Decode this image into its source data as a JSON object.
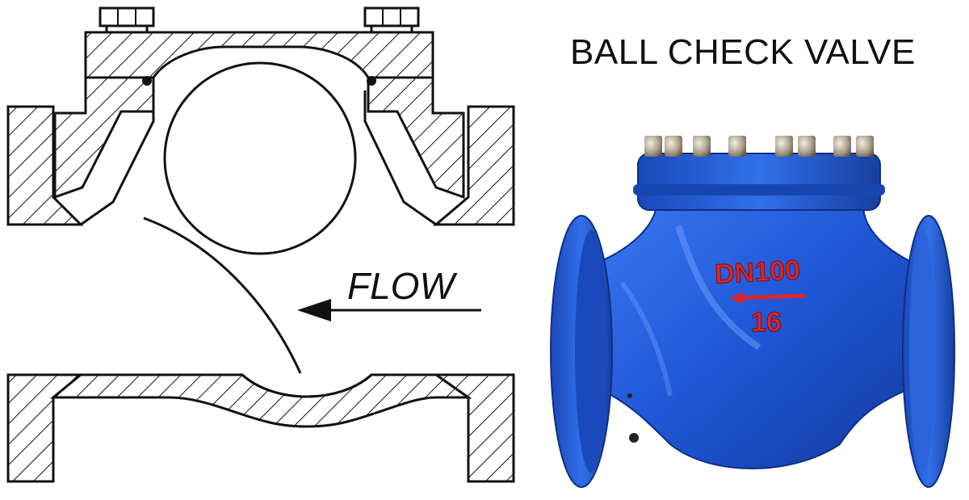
{
  "title": "BALL CHECK VALVE",
  "diagram": {
    "flow_label": "FLOW",
    "flow_direction": "left"
  },
  "photo": {
    "body_color": "#1f57d6",
    "marking_color": "#d8262b",
    "size_marking": "DN100",
    "pressure_marking": "16"
  }
}
